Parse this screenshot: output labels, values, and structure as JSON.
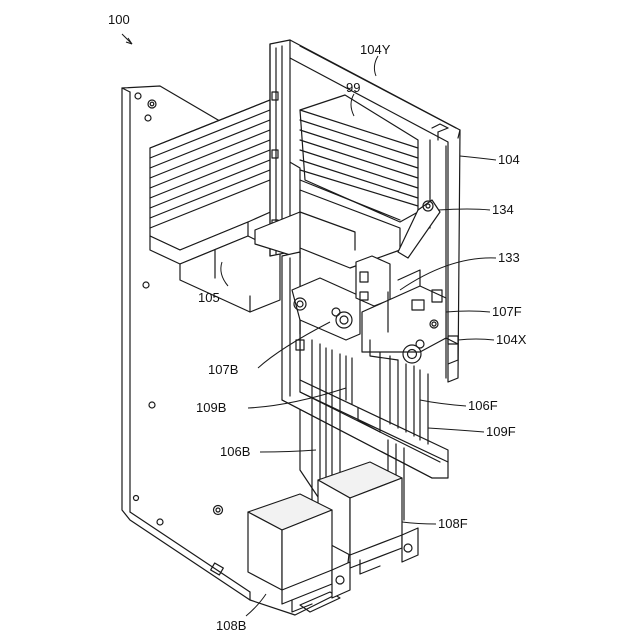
{
  "labels": {
    "l100": "100",
    "l104Y": "104Y",
    "l99": "99",
    "l104": "104",
    "l134": "134",
    "l133": "133",
    "l105": "105",
    "l107F": "107F",
    "l104X": "104X",
    "l107B": "107B",
    "l106F": "106F",
    "l109B": "109B",
    "l109F": "109F",
    "l106B": "106B",
    "l108F": "108F",
    "l108B": "108B"
  }
}
